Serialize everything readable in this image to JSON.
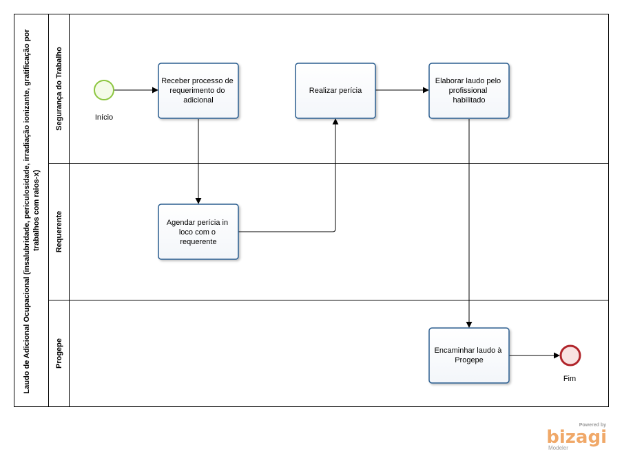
{
  "pool": {
    "title_line1": "Laudo de Adicional Ocupacional (insalubridade, periculosidade, irradiação ionizante, gratificação por",
    "title_line2": "trabalhos com raios-x)"
  },
  "lanes": [
    {
      "id": "seguranca",
      "label": "Segurança do Trabalho"
    },
    {
      "id": "requerente",
      "label": "Requerente"
    },
    {
      "id": "progepe",
      "label": "Progepe"
    }
  ],
  "tasks": {
    "receber": [
      "Receber processo de",
      "requerimento do",
      "adicional"
    ],
    "agendar": [
      "Agendar perícia in",
      "loco com o",
      "requerente"
    ],
    "realizar": [
      "Realizar perícia"
    ],
    "elaborar": [
      "Elaborar laudo pelo",
      "profissional",
      "habilitado"
    ],
    "encaminhar": [
      "Encaminhar laudo à",
      "Progepe"
    ]
  },
  "events": {
    "start": {
      "label": "Início",
      "color": "#8cc63f",
      "fill": "#f4fbe8"
    },
    "end": {
      "label": "Fim",
      "color": "#b0242a",
      "fill": "#f9e2e2"
    }
  },
  "colors": {
    "task_border": "#2a5d8f",
    "task_fill": "#ffffff",
    "lines": "#000000"
  },
  "watermark": {
    "powered": "Powered by",
    "brand": "bizagi",
    "product": "Modeler"
  }
}
